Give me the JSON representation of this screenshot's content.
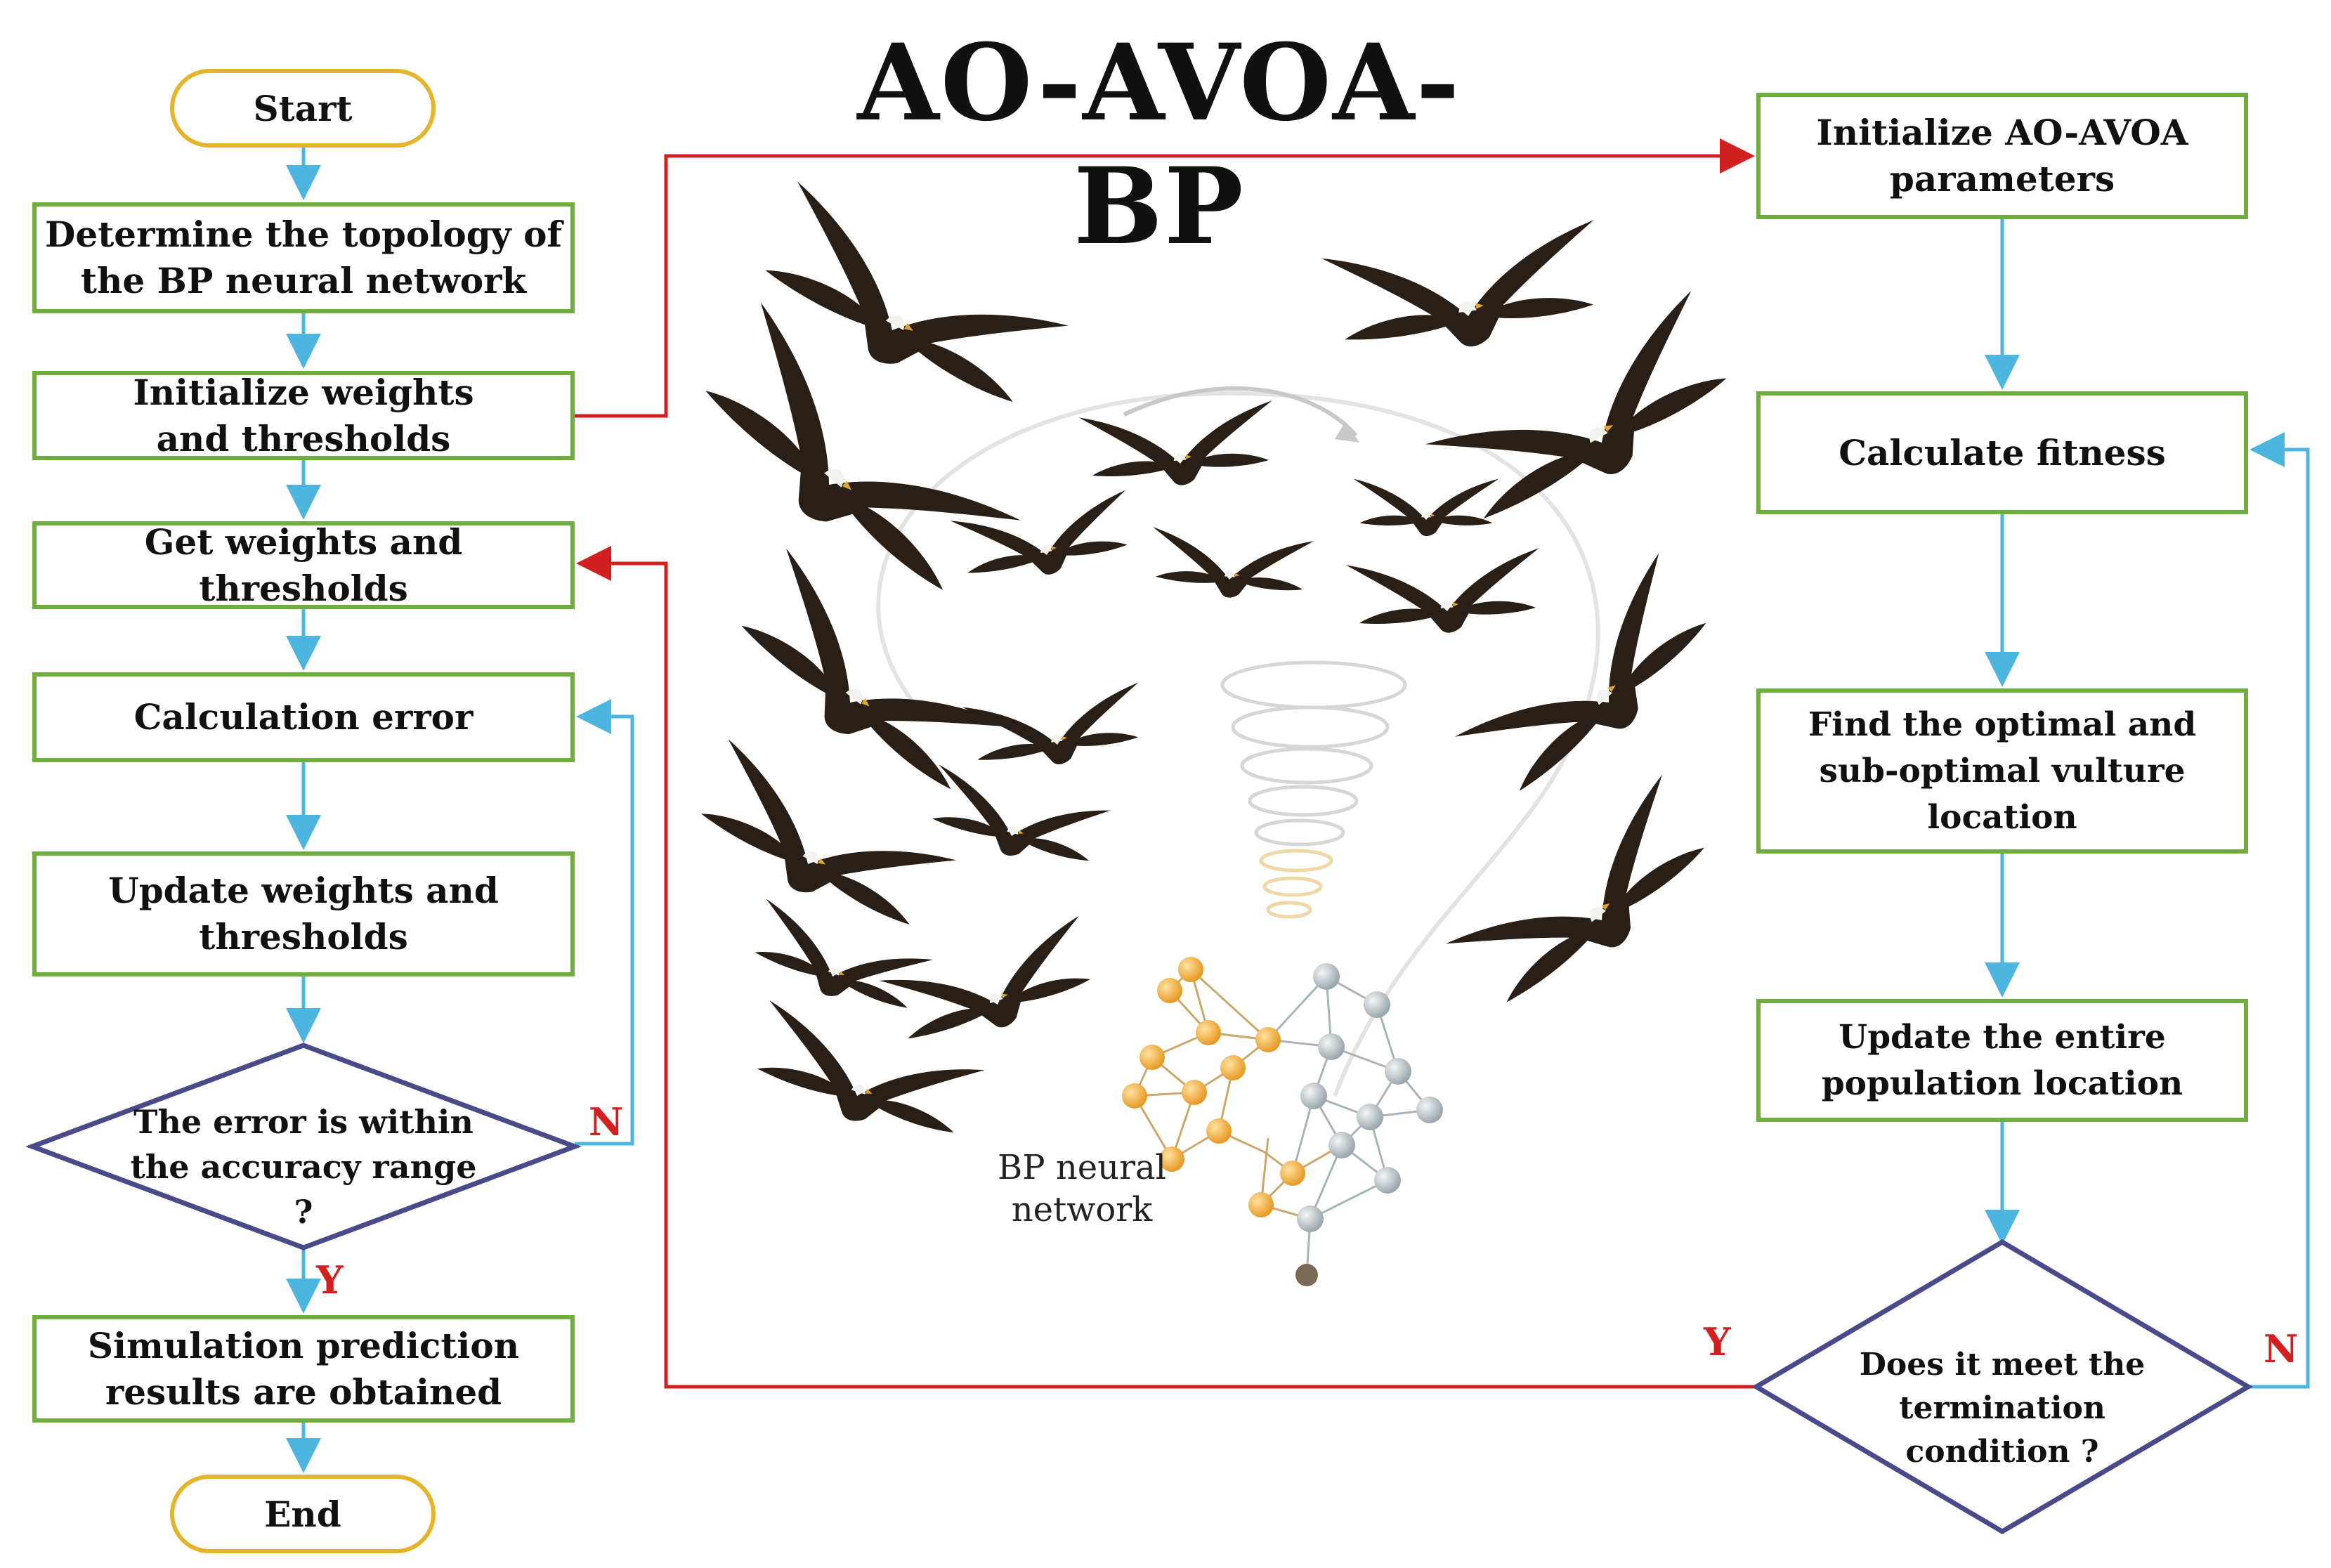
{
  "title": "AO-AVOA-BP",
  "left_flow": {
    "start": "Start",
    "determine_topology": "Determine the topology of the BP neural network",
    "init_weights": "Initialize weights and thresholds",
    "get_weights": "Get weights and thresholds",
    "calc_error": "Calculation error",
    "update_weights": "Update weights and thresholds",
    "decision_error": "The error is within the accuracy range ?",
    "simulation": "Simulation prediction results are obtained",
    "end": "End",
    "label_n": "N",
    "label_y": "Y"
  },
  "right_flow": {
    "init_params": "Initialize AO-AVOA parameters",
    "calc_fitness": "Calculate fitness",
    "find_optimal": "Find the optimal and sub-optimal vulture location",
    "update_population": "Update the entire population location",
    "decision_termination": "Does it meet the termination condition ?",
    "label_y": "Y",
    "label_n": "N"
  },
  "illustration": {
    "bp_label": "BP neural network"
  },
  "colors": {
    "process_border": "#6fae3d",
    "terminal_border": "#e4b52b",
    "decision_border": "#4a4a8a",
    "flow_arrow": "#4db6e0",
    "link_arrow": "#d21f1f"
  }
}
